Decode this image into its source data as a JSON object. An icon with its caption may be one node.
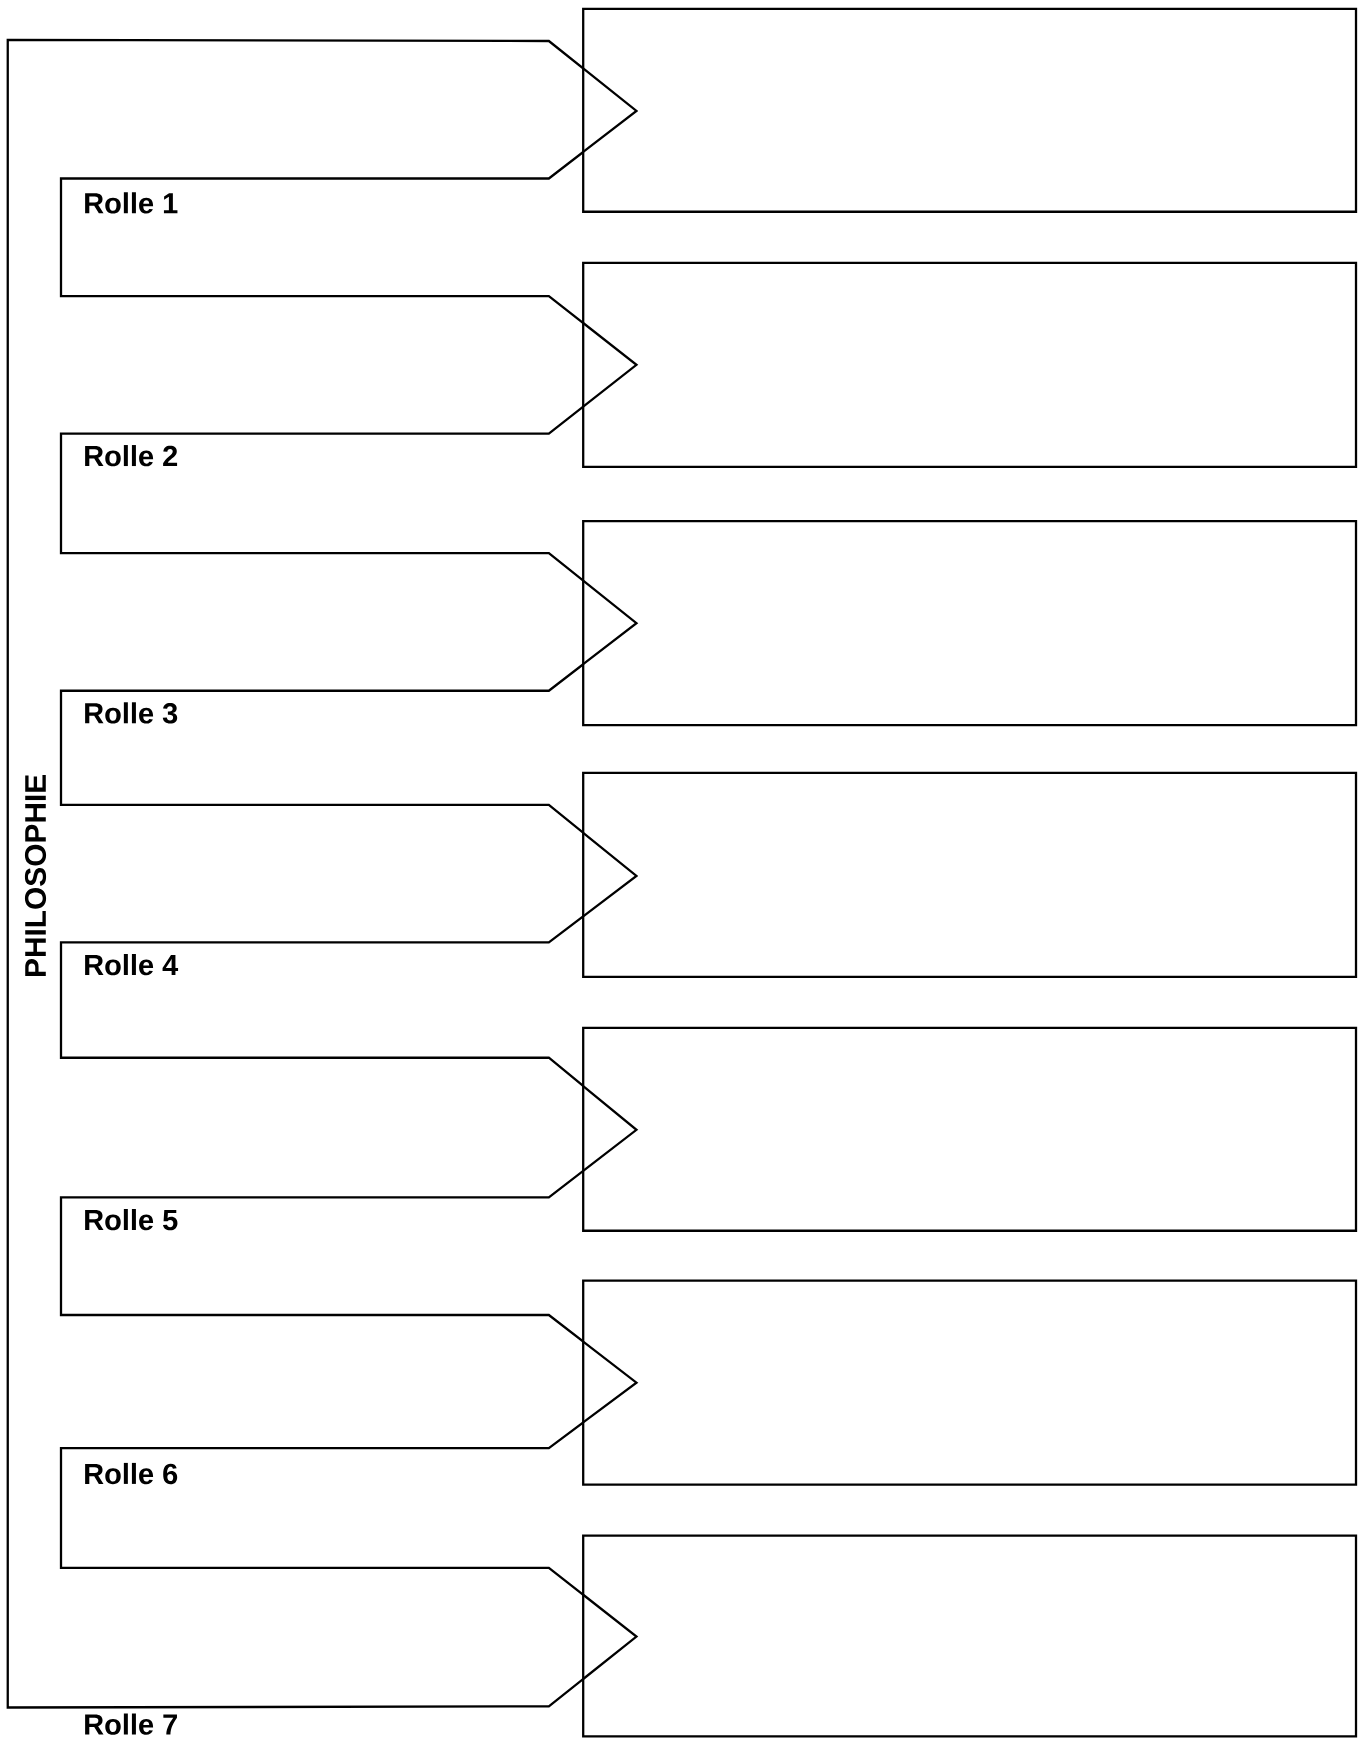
{
  "diagram": {
    "nodes": [
      {
        "text": [
          "PHILOSOPHIE"
        ]
      },
      {
        "text": [],
        "shape": "box"
      },
      {
        "text": [],
        "shape": "box"
      },
      {
        "text": [],
        "shape": "box"
      },
      {
        "text": [],
        "shape": "box"
      },
      {
        "text": [],
        "shape": "box"
      },
      {
        "text": [],
        "shape": "box"
      },
      {
        "text": [],
        "shape": "box"
      }
    ],
    "labels": [
      "Rolle 1",
      "Rolle 2",
      "Rolle 3",
      "Rolle 4",
      "Rolle 5",
      "Rolle 6",
      "Rolle 7"
    ]
  }
}
